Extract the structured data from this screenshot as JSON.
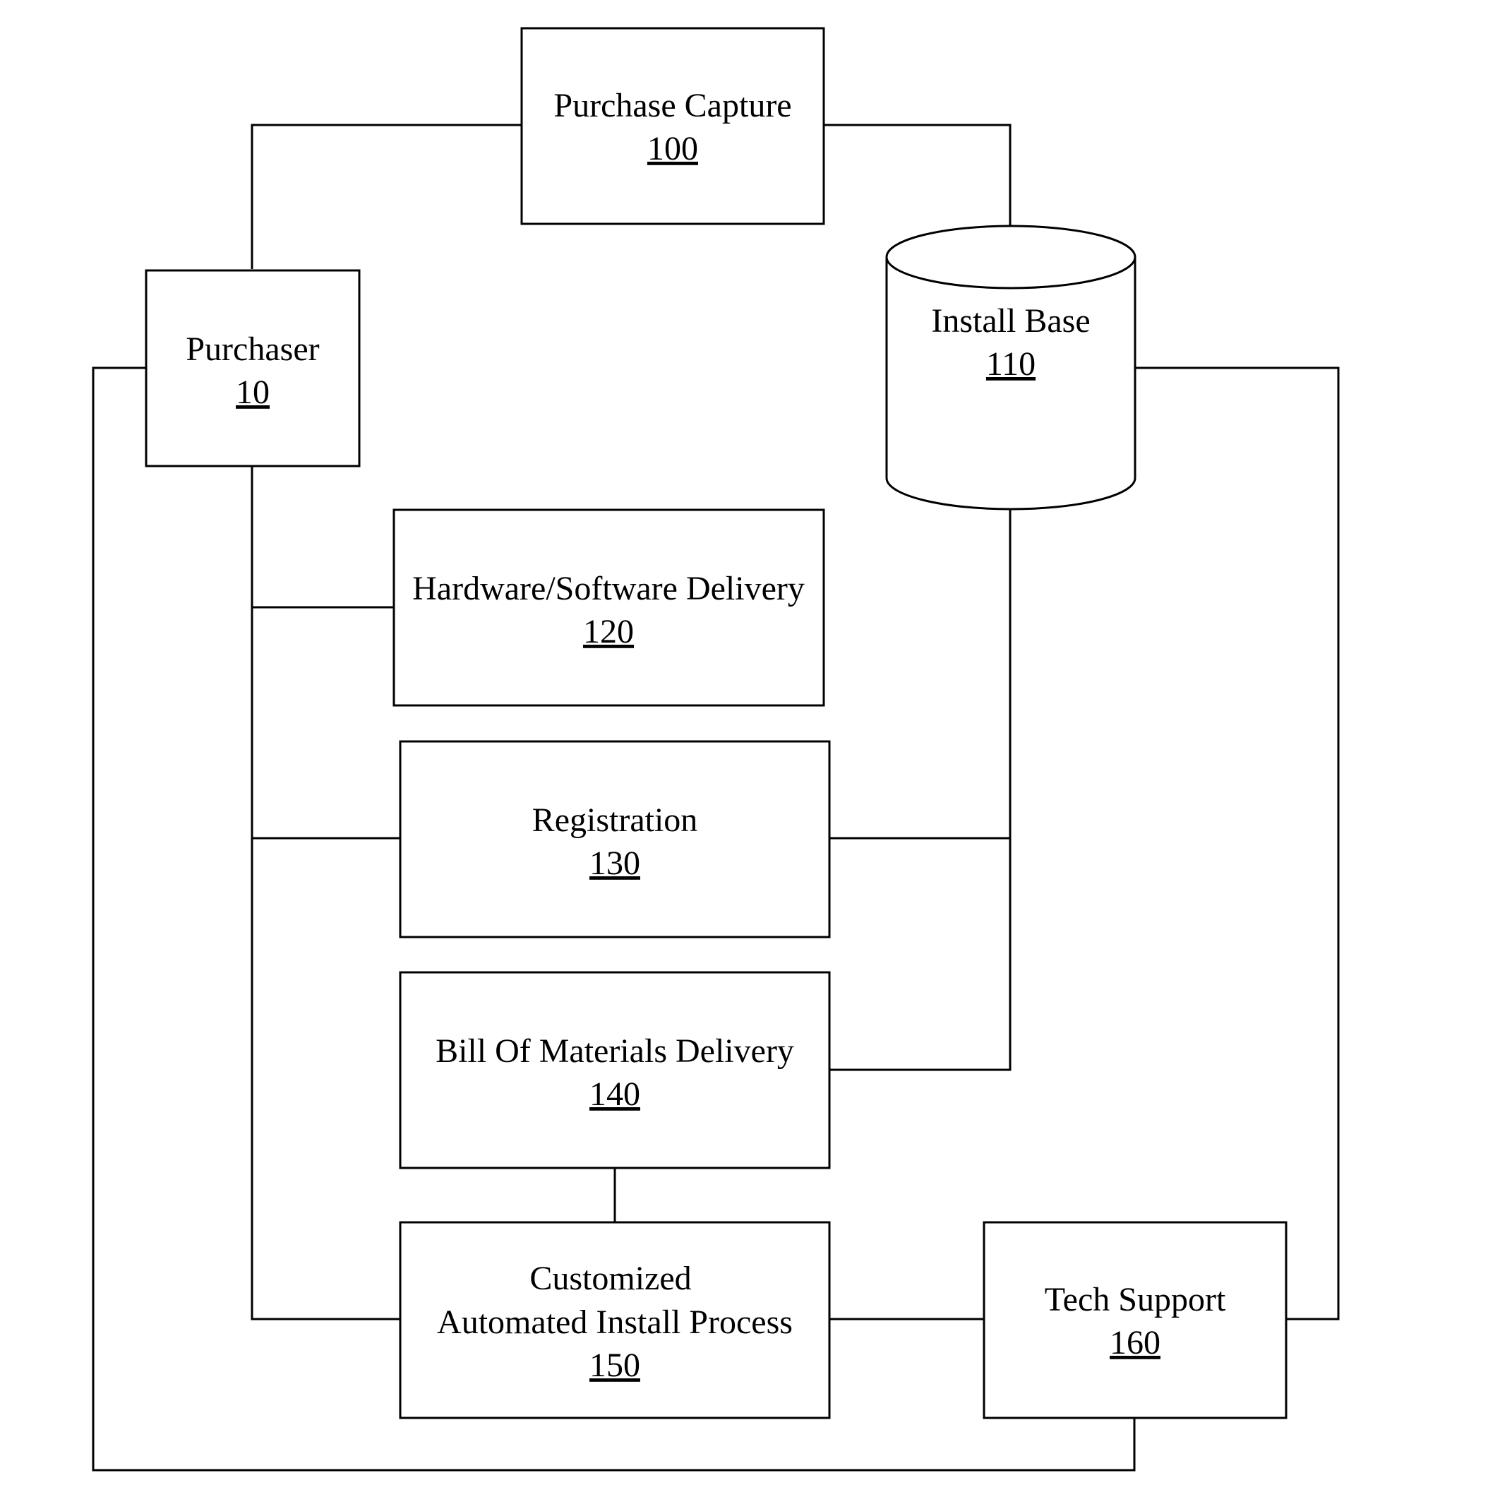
{
  "nodes": {
    "purchase_capture": {
      "label": "Purchase Capture",
      "id": "100"
    },
    "purchaser": {
      "label": "Purchaser",
      "id": "10"
    },
    "install_base": {
      "label": "Install Base",
      "id": "110"
    },
    "hw_sw_delivery": {
      "label": "Hardware/Software Delivery",
      "id": "120"
    },
    "registration": {
      "label": "Registration",
      "id": "130"
    },
    "bom_delivery": {
      "label": "Bill Of Materials Delivery",
      "id": "140"
    },
    "custom_install": {
      "label_line1": "Customized",
      "label_line2": "Automated Install Process",
      "id": "150"
    },
    "tech_support": {
      "label": "Tech Support",
      "id": "160"
    }
  }
}
